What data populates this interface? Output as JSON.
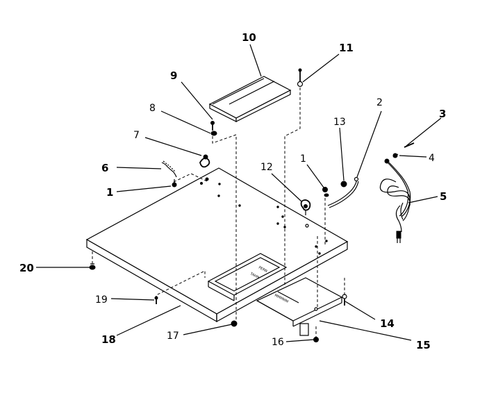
{
  "callouts": [
    {
      "id": "c1a",
      "text": "1"
    },
    {
      "id": "c1b",
      "text": "1"
    },
    {
      "id": "c2",
      "text": "2"
    },
    {
      "id": "c3",
      "text": "3"
    },
    {
      "id": "c4",
      "text": "4"
    },
    {
      "id": "c5",
      "text": "5"
    },
    {
      "id": "c6",
      "text": "6"
    },
    {
      "id": "c7",
      "text": "7"
    },
    {
      "id": "c8",
      "text": "8"
    },
    {
      "id": "c9",
      "text": "9"
    },
    {
      "id": "c10",
      "text": "10"
    },
    {
      "id": "c11",
      "text": "11"
    },
    {
      "id": "c12",
      "text": "12"
    },
    {
      "id": "c13",
      "text": "13"
    },
    {
      "id": "c14",
      "text": "14"
    },
    {
      "id": "c15",
      "text": "15"
    },
    {
      "id": "c16",
      "text": "16"
    },
    {
      "id": "c17",
      "text": "17"
    },
    {
      "id": "c18",
      "text": "18"
    },
    {
      "id": "c19",
      "text": "19"
    },
    {
      "id": "c20",
      "text": "20"
    }
  ]
}
